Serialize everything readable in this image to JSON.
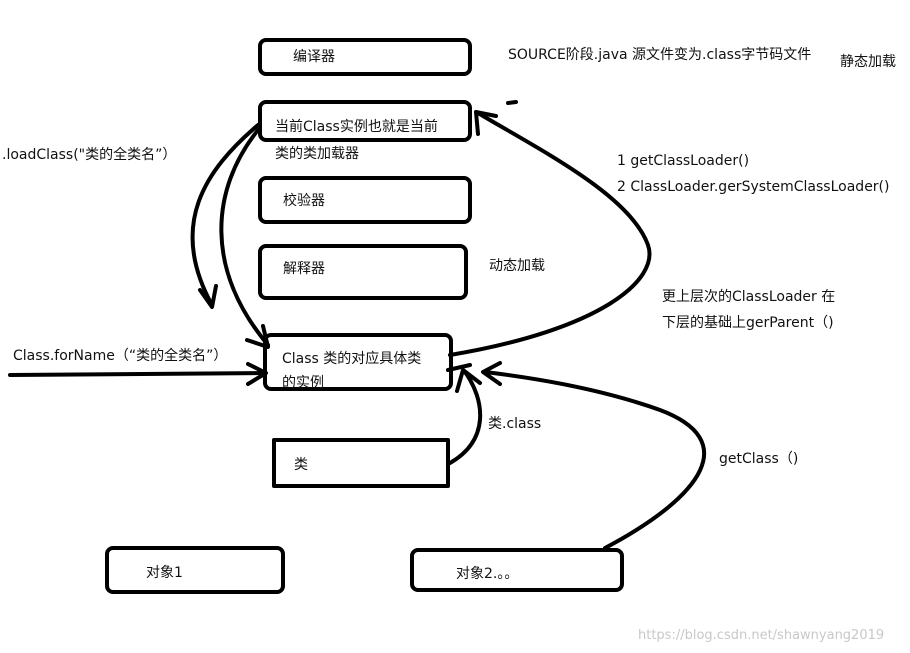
{
  "colors": {
    "stroke": "#000000",
    "text": "#111111",
    "watermark": "#c8c8c8",
    "background": "#ffffff"
  },
  "nodes": {
    "compiler": {
      "label": "编译器"
    },
    "current_class_loader": {
      "label_line1": "当前Class实例也就是当前",
      "label_line2": "类的类加载器"
    },
    "verifier": {
      "label": "校验器"
    },
    "interpreter": {
      "label": "解释器"
    },
    "class_instance": {
      "label_line1": "Class 类的对应具体类",
      "label_line2": "的实例"
    },
    "class_box": {
      "label": "类"
    },
    "object1": {
      "label": "对象1"
    },
    "object2": {
      "label": "对象2.。。"
    }
  },
  "annotations": {
    "source_stage": "SOURCE阶段.java 源文件变为.class字节码文件",
    "static_loading": "静态加载",
    "dynamic_loading": "动态加载",
    "load_class": ".loadClass(\"类的全类名”）",
    "get_class_loader_1": "1 getClassLoader()",
    "get_class_loader_2": "2 ClassLoader.gerSystemClassLoader()",
    "parent_loader_1": "更上层次的ClassLoader 在",
    "parent_loader_2": "下层的基础上gerParent（)",
    "for_name": "Class.forName（“类的全类名”）",
    "dot_class": "类.class",
    "get_class": "getClass（)"
  },
  "watermark": "https://blog.csdn.net/shawnyang2019"
}
